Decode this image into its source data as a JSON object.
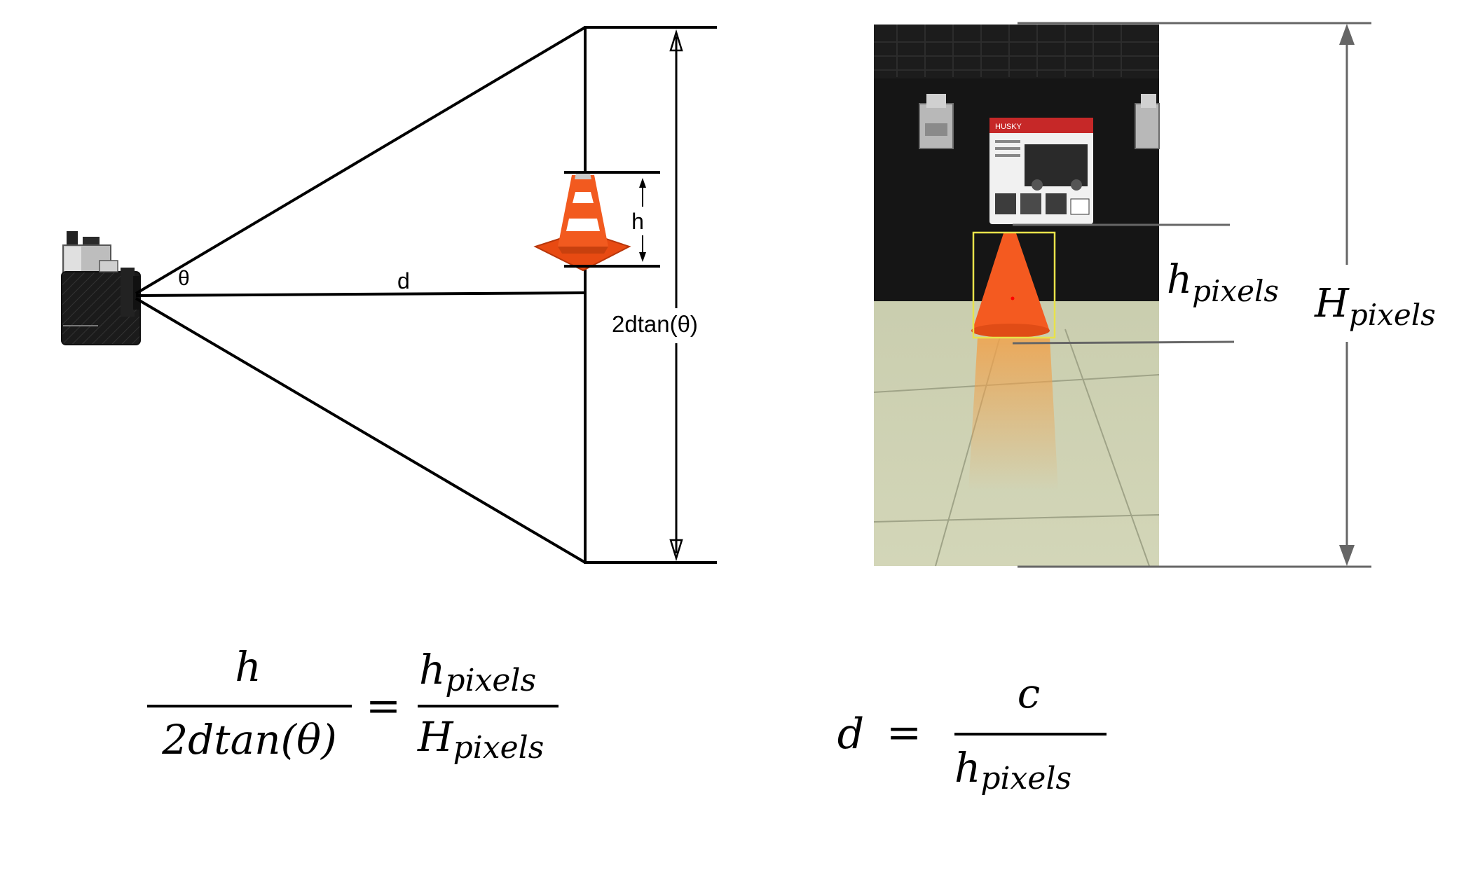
{
  "left_diagram": {
    "angle_label": "θ",
    "distance_label": "d",
    "object_height_label": "h",
    "fov_label": "2dtan(θ)"
  },
  "right_diagram": {
    "object_pixel_label": {
      "base": "h",
      "sub": "pixels"
    },
    "image_pixel_label": {
      "base": "H",
      "sub": "pixels"
    },
    "photo_signage_brand": "HUSKY"
  },
  "equation_ratio": {
    "lhs_numerator": "h",
    "lhs_denominator": "2dtan(θ)",
    "equals": "=",
    "rhs_numerator": {
      "base": "h",
      "sub": "pixels"
    },
    "rhs_denominator": {
      "base": "H",
      "sub": "pixels"
    }
  },
  "equation_distance": {
    "lhs": "d",
    "equals": "=",
    "numerator": "c",
    "denominator": {
      "base": "h",
      "sub": "pixels"
    }
  },
  "colors": {
    "cone_orange": "#f25a1f",
    "bbox_yellow": "#e8e24a",
    "marker_red": "#ff0000",
    "dim_gray": "#666666"
  }
}
